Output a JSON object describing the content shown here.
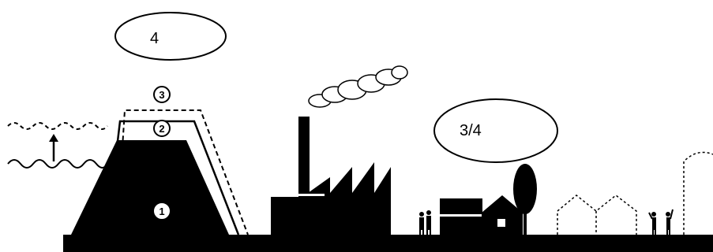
{
  "callouts": {
    "top_left": "4",
    "center": "3/4"
  },
  "dike_levels": {
    "level_1": "1",
    "level_2": "2",
    "level_3": "3"
  },
  "colors": {
    "ink": "#000000",
    "paper": "#ffffff"
  }
}
